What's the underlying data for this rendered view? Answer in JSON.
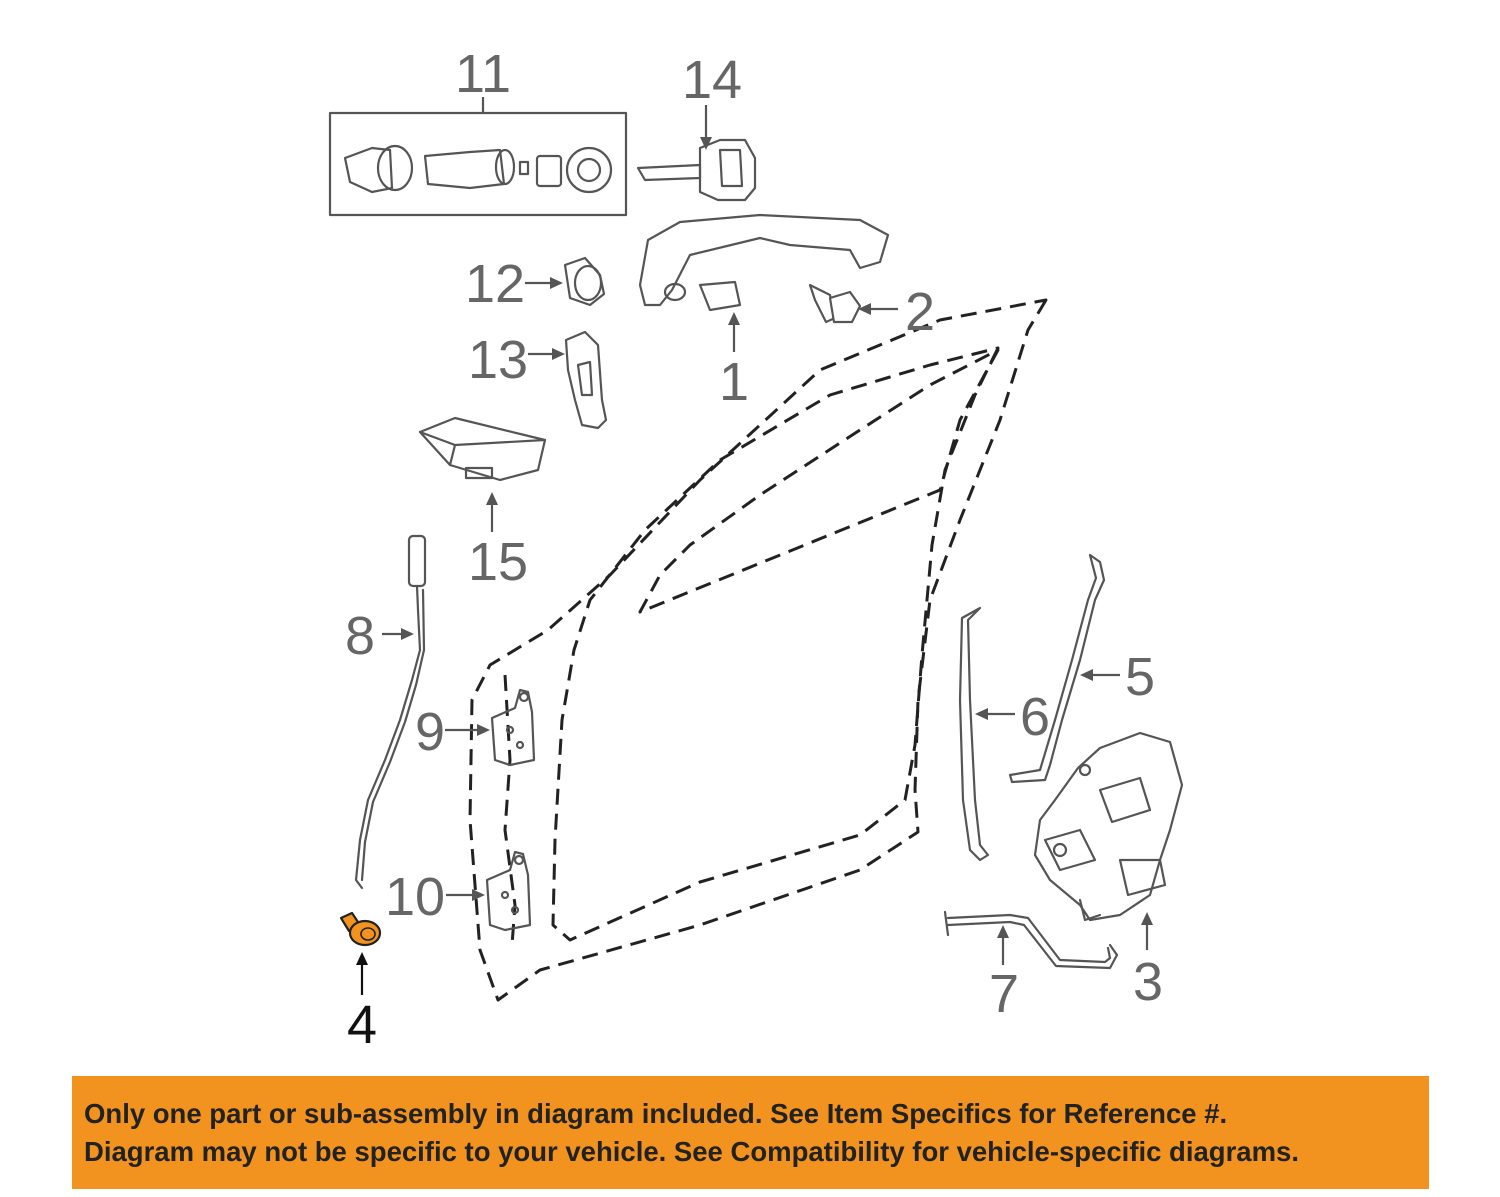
{
  "callouts": [
    {
      "id": "1",
      "label": "1"
    },
    {
      "id": "2",
      "label": "2"
    },
    {
      "id": "3",
      "label": "3"
    },
    {
      "id": "4",
      "label": "4"
    },
    {
      "id": "5",
      "label": "5"
    },
    {
      "id": "6",
      "label": "6"
    },
    {
      "id": "7",
      "label": "7"
    },
    {
      "id": "8",
      "label": "8"
    },
    {
      "id": "9",
      "label": "9"
    },
    {
      "id": "10",
      "label": "10"
    },
    {
      "id": "11",
      "label": "11"
    },
    {
      "id": "12",
      "label": "12"
    },
    {
      "id": "13",
      "label": "13"
    },
    {
      "id": "14",
      "label": "14"
    },
    {
      "id": "15",
      "label": "15"
    }
  ],
  "highlighted_part": "4",
  "highlight_color": "#f2931f",
  "banner": {
    "line1": "Only one part or sub-assembly in diagram included. See Item Specifics for Reference #.",
    "line2": "Diagram may not be specific to your vehicle. See Compatibility for vehicle-specific diagrams.",
    "background": "#f2931f"
  }
}
